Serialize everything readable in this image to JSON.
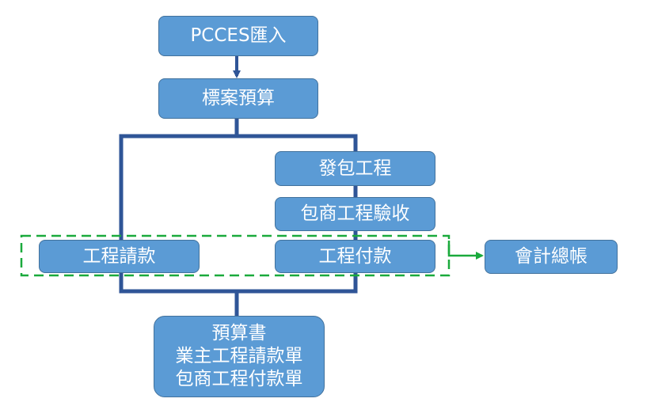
{
  "diagram": {
    "nodes": {
      "pcces_import": "PCCES匯入",
      "tender_budget": "標案預算",
      "contract_award": "發包工程",
      "contractor_acceptance": "包商工程驗收",
      "owner_request": "工程請款",
      "contractor_payment": "工程付款",
      "accounting_ledger": "會計總帳"
    },
    "output_documents": [
      "預算書",
      "業主工程請款單",
      "包商工程付款單"
    ],
    "colors": {
      "node_fill": "#5b9bd5",
      "node_border": "#41719c",
      "connector": "#2f5597",
      "highlight_dashed": "#1aaa3c"
    }
  }
}
